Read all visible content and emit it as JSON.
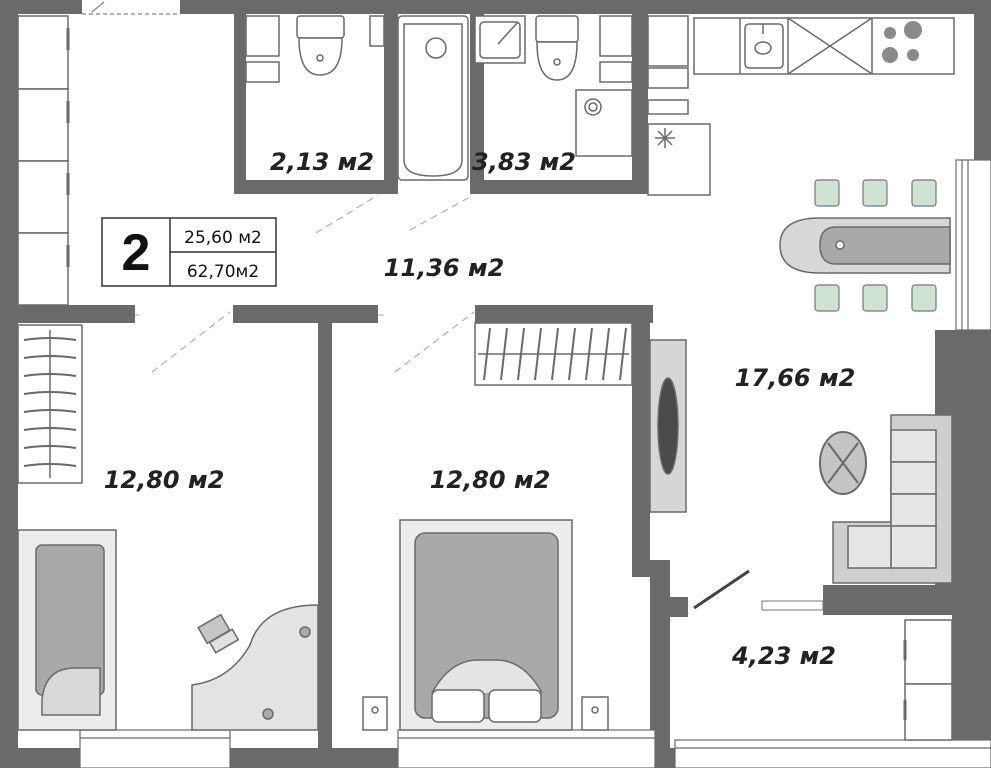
{
  "plan": {
    "rooms_count": "2",
    "living_area": "25,60 м2",
    "total_area": "62,70м2",
    "rooms": {
      "toilet": "2,13 м2",
      "bathroom": "3,83 м2",
      "hallway": "11,36 м2",
      "bedroom_left": "12,80 м2",
      "bedroom_middle": "12,80 м2",
      "kitchen_living": "17,66 м2",
      "balcony": "4,23 м2"
    },
    "colors": {
      "wall": "#6a6a6a",
      "fixture_stroke": "#555555",
      "fill_light": "#f2f2f2",
      "fill_grey": "#a9a9a9",
      "chair_green": "#cfe3d2"
    }
  }
}
